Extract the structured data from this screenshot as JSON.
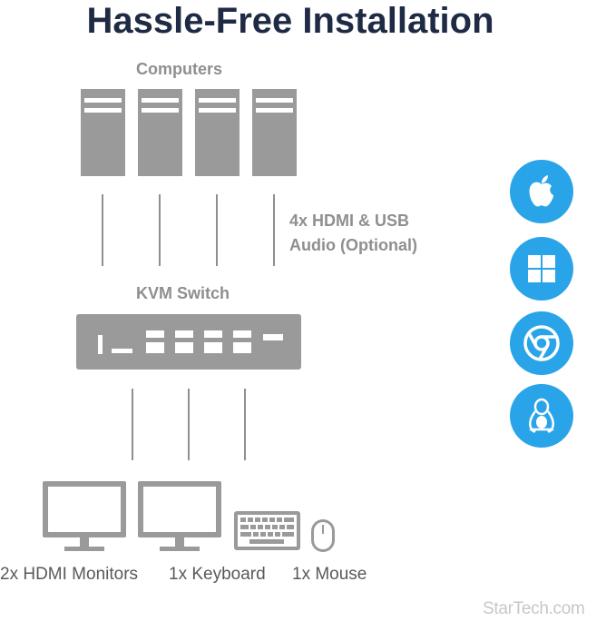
{
  "title": "Hassle-Free Installation",
  "labels": {
    "computers": "Computers",
    "cables_line1": "4x HDMI & USB",
    "cables_line2": "Audio (Optional)",
    "kvm_switch": "KVM Switch",
    "monitors": "2x HDMI Monitors",
    "keyboard": "1x Keyboard",
    "mouse": "1x Mouse"
  },
  "os_icons": [
    "apple-icon",
    "windows-icon",
    "chrome-icon",
    "linux-tux-icon"
  ],
  "watermark": "StarTech.com",
  "colors": {
    "title": "#1f2a44",
    "device_gray": "#9a9a9a",
    "os_badge_blue": "#2aa4e8"
  }
}
